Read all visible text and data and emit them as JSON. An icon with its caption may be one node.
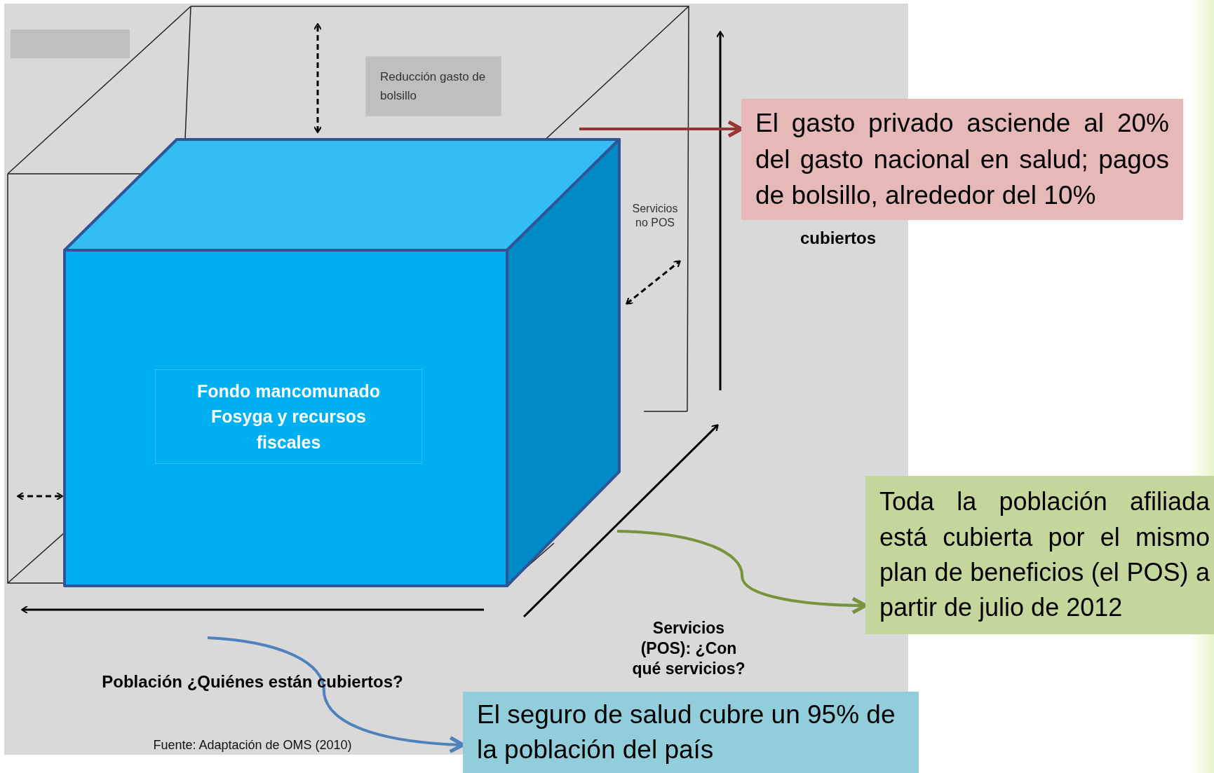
{
  "diagram": {
    "nodes": [
      {
        "text": [
          "Fondo mancomunado Fosyga y recursos fiscales"
        ]
      },
      {
        "text": [
          "Reducción gasto de bolsillo"
        ]
      },
      {
        "text": [
          "El gasto privado asciende al 20% del gasto nacional en salud; pagos de bolsillo, alrededor del 10%"
        ]
      },
      {
        "text": [
          "Toda la población afiliada está cubierta por el mismo plan de beneficios (el POS) a partir de julio de 2012"
        ]
      },
      {
        "text": [
          "El seguro de salud cubre un 95% de la población del país"
        ]
      }
    ],
    "edges": [
      {
        "from": null,
        "to": 2,
        "arrow": "to",
        "color": "#943634"
      },
      {
        "from": null,
        "to": 3,
        "arrow": "to",
        "color": "#77933c"
      },
      {
        "from": null,
        "to": 4,
        "arrow": "to",
        "color": "#4f81bd"
      }
    ],
    "labels": [
      "Servicios no POS",
      "cubiertos",
      "Población ¿Quiénes están cubiertos?",
      "Servicios (POS): ¿Con qué servicios?",
      "Fuente: Adaptación de OMS (2010)"
    ]
  }
}
